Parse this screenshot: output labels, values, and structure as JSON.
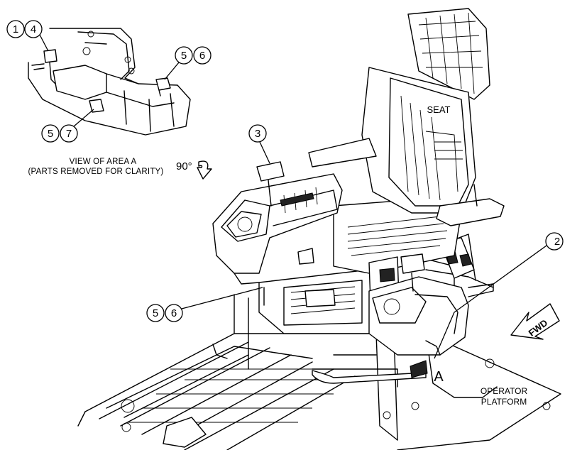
{
  "callouts": {
    "c1": "1",
    "c4": "4",
    "c5a": "5",
    "c6a": "6",
    "c5b": "5",
    "c7": "7",
    "c3": "3",
    "c2": "2",
    "c5c": "5",
    "c6c": "6"
  },
  "inset": {
    "caption_line1": "VIEW OF AREA A",
    "caption_line2": "(PARTS REMOVED FOR CLARITY)",
    "rotation": "90°"
  },
  "labels": {
    "seat": "SEAT",
    "area": "A",
    "platform_line1": "OPERATOR",
    "platform_line2": "PLATFORM",
    "fwd": "FWD"
  }
}
